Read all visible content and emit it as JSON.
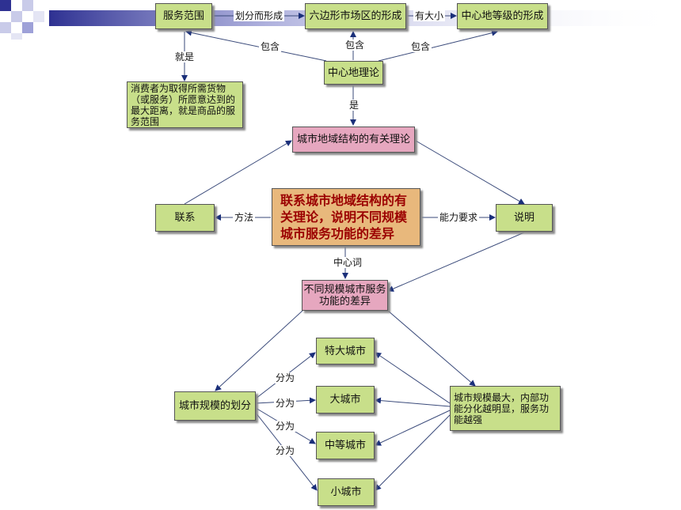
{
  "nodes": {
    "service_range": "服务范围",
    "hexagon": "六边形市场区的形成",
    "hierarchy": "中心地等级的形成",
    "definition": "消费者为取得所需货物（或服务）所愿意达到的最大距离，就是商品的服务范围",
    "central_place": "中心地理论",
    "urban_theory": "城市地域结构的有关理论",
    "main_topic": "联系城市地域结构的有关理论，说明不同规模城市服务功能的差异",
    "connect": "联系",
    "explain": "说明",
    "function_diff": "不同规模城市服务功能的差异",
    "classification": "城市规模的划分",
    "megacity": "特大城市",
    "big_city": "大城市",
    "medium_city": "中等城市",
    "small_city": "小城市",
    "scale_note": "城市规模最大，内部功能分化越明显，服务功能越强"
  },
  "labels": {
    "divided_form": "划分而形成",
    "has_size": "有大小",
    "contains_1": "包含",
    "contains_2": "包含",
    "contains_3": "包含",
    "is_1": "就是",
    "is_2": "是",
    "method": "方法",
    "ability": "能力要求",
    "keyword": "中心词",
    "divide_1": "分为",
    "divide_2": "分为",
    "divide_3": "分为",
    "divide_4": "分为"
  },
  "colors": {
    "green_node": "#c8df8a",
    "pink_node": "#e6a7bf",
    "central_node": "#e8b87c",
    "central_text": "#9b0000",
    "arrow": "#1a2f7a",
    "corner_navy": "#2e3192"
  }
}
